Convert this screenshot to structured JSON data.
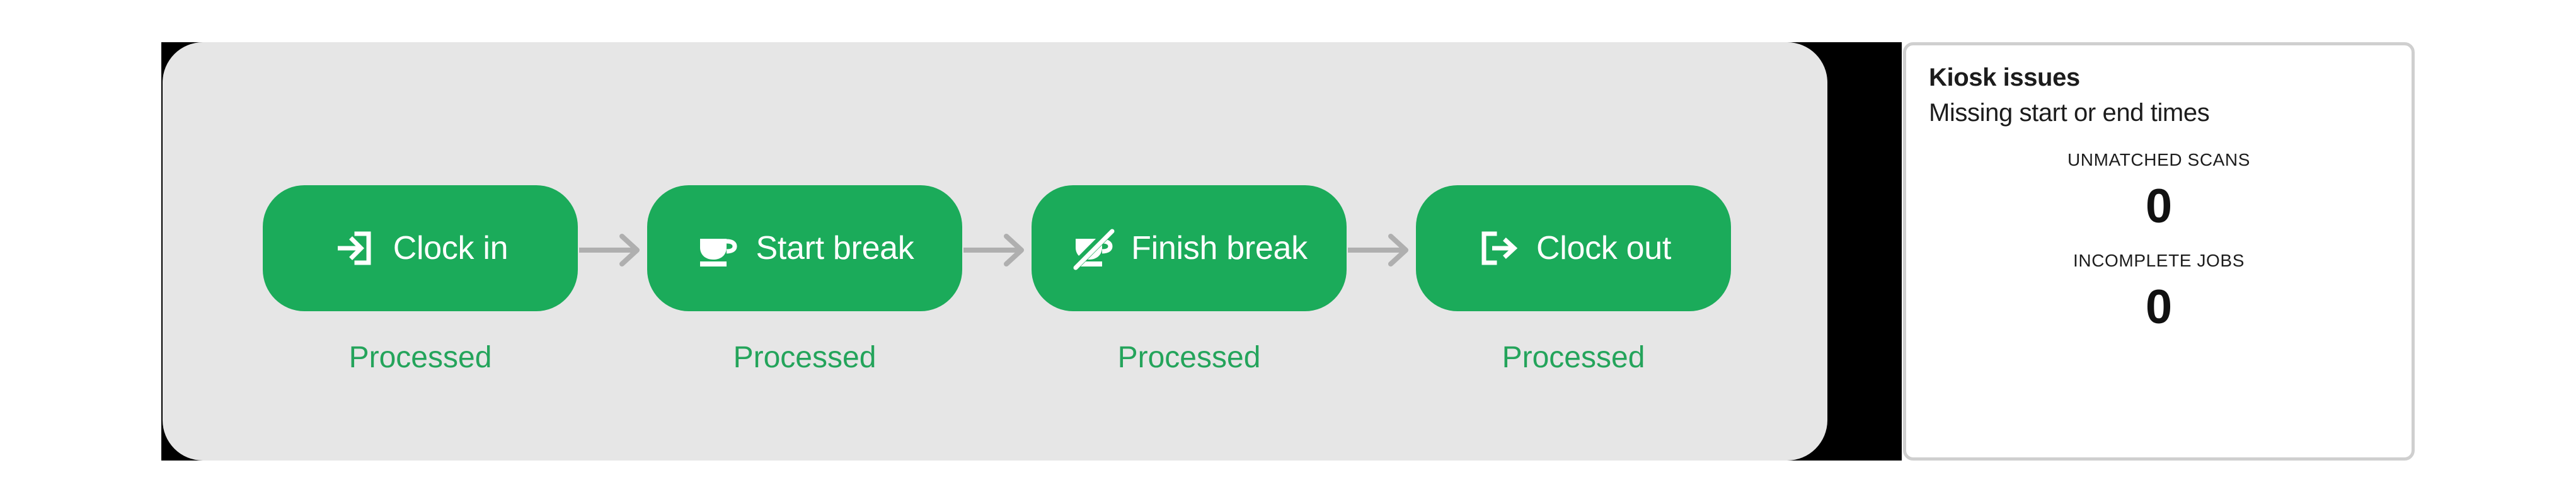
{
  "theme": {
    "button_green": "#1BAB5A",
    "status_green": "#24A45B",
    "panel_grey": "#E6E6E6",
    "band_black": "#000000",
    "connector_grey": "#AFAFAF",
    "card_border": "#CFCFCF",
    "card_text": "#1C1C1C"
  },
  "kiosk_panel": {
    "steps": [
      {
        "icon": "arrow-into-bracket-icon",
        "label": "Clock in",
        "status": "Processed"
      },
      {
        "icon": "coffee-cup-icon",
        "label": "Start break",
        "status": "Processed"
      },
      {
        "icon": "coffee-cup-slash-icon",
        "label": "Finish break",
        "status": "Processed"
      },
      {
        "icon": "arrow-out-of-bracket-icon",
        "label": "Clock out",
        "status": "Processed"
      }
    ],
    "connectors": [
      {
        "icon": "arrow-right-icon"
      },
      {
        "icon": "arrow-right-icon"
      },
      {
        "icon": "arrow-right-icon"
      }
    ]
  },
  "issues_card": {
    "title": "Kiosk issues",
    "subtitle": "Missing start or end times",
    "stats": [
      {
        "caption": "UNMATCHED SCANS",
        "value": "0"
      },
      {
        "caption": "INCOMPLETE JOBS",
        "value": "0"
      }
    ]
  }
}
